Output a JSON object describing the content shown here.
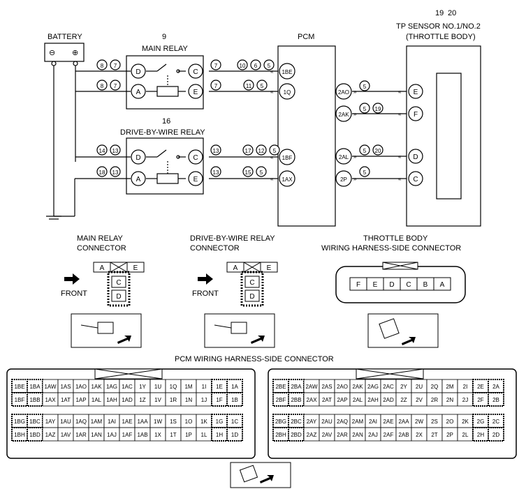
{
  "labels": {
    "battery": "BATTERY",
    "main_relay_num": "9",
    "main_relay": "MAIN RELAY",
    "dbw_relay_num": "16",
    "dbw_relay": "DRIVE-BY-WIRE RELAY",
    "pcm": "PCM",
    "tp_num_a": "19",
    "tp_num_b": "20",
    "tp_sensor": "TP SENSOR NO.1/NO.2",
    "throttle_body": "(THROTTLE BODY)",
    "mr_conn_1": "MAIN RELAY",
    "mr_conn_2": "CONNECTOR",
    "dbw_conn_1": "DRIVE-BY-WIRE RELAY",
    "dbw_conn_2": "CONNECTOR",
    "tb_conn_1": "THROTTLE BODY",
    "tb_conn_2": "WIRING HARNESS-SIDE CONNECTOR",
    "front": "FRONT",
    "pcm_conn": "PCM WIRING HARNESS-SIDE CONNECTOR",
    "minus": "⊖",
    "plus": "⊕"
  },
  "relay_pins": {
    "d": "D",
    "a": "A",
    "c": "C",
    "e": "E"
  },
  "pcm_pins": [
    "1BE",
    "1Q",
    "1BF",
    "1AX",
    "2AO",
    "2AK",
    "2AL",
    "2P"
  ],
  "tp_pins": [
    "E",
    "F",
    "D",
    "C"
  ],
  "callouts": {
    "mr_top": [
      "8",
      "7"
    ],
    "mr_top_r": [
      "7"
    ],
    "mr_top_pcm": [
      "10",
      "6",
      "5"
    ],
    "mr_bot": [
      "8",
      "7"
    ],
    "mr_bot_r": [
      "7"
    ],
    "mr_bot_pcm": [
      "11",
      "5"
    ],
    "dbw_top": [
      "14",
      "13"
    ],
    "dbw_top_r": [
      "13"
    ],
    "dbw_top_pcm": [
      "17",
      "12",
      "5"
    ],
    "dbw_bot": [
      "18",
      "13"
    ],
    "dbw_bot_r": [
      "13"
    ],
    "dbw_bot_pcm": [
      "15",
      "5"
    ],
    "tp1": [
      "5"
    ],
    "tp2": [
      "5",
      "19"
    ],
    "tp3": [
      "5",
      "20"
    ],
    "tp4": [
      "5"
    ]
  },
  "relay_connector": {
    "top": [
      "A",
      "",
      "E"
    ],
    "bottom": [
      "C",
      "D"
    ]
  },
  "tb_connector": [
    "F",
    "E",
    "D",
    "C",
    "B",
    "A"
  ],
  "pcm_left": [
    [
      "1BE",
      "1BA",
      "1AW",
      "1AS",
      "1AO",
      "1AK",
      "1AG",
      "1AC",
      "1Y",
      "1U",
      "1Q",
      "1M",
      "1I",
      "1E",
      "1A"
    ],
    [
      "1BF",
      "1BB",
      "1AX",
      "1AT",
      "1AP",
      "1AL",
      "1AH",
      "1AD",
      "1Z",
      "1V",
      "1R",
      "1N",
      "1J",
      "1F",
      "1B"
    ],
    [
      "1BG",
      "1BC",
      "1AY",
      "1AU",
      "1AQ",
      "1AM",
      "1AI",
      "1AE",
      "1AA",
      "1W",
      "1S",
      "1O",
      "1K",
      "1G",
      "1C"
    ],
    [
      "1BH",
      "1BD",
      "1AZ",
      "1AV",
      "1AR",
      "1AN",
      "1AJ",
      "1AF",
      "1AB",
      "1X",
      "1T",
      "1P",
      "1L",
      "1H",
      "1D"
    ]
  ],
  "pcm_right": [
    [
      "2BE",
      "2BA",
      "2AW",
      "2AS",
      "2AO",
      "2AK",
      "2AG",
      "2AC",
      "2Y",
      "2U",
      "2Q",
      "2M",
      "2I",
      "2E",
      "2A"
    ],
    [
      "2BF",
      "2BB",
      "2AX",
      "2AT",
      "2AP",
      "2AL",
      "2AH",
      "2AD",
      "2Z",
      "2V",
      "2R",
      "2N",
      "2J",
      "2F",
      "2B"
    ],
    [
      "2BG",
      "2BC",
      "2AY",
      "2AU",
      "2AQ",
      "2AM",
      "2AI",
      "2AE",
      "2AA",
      "2W",
      "2S",
      "2O",
      "2K",
      "2G",
      "2C"
    ],
    [
      "2BH",
      "2BD",
      "2AZ",
      "2AV",
      "2AR",
      "2AN",
      "2AJ",
      "2AF",
      "2AB",
      "2X",
      "2T",
      "2P",
      "2L",
      "2H",
      "2D"
    ]
  ]
}
